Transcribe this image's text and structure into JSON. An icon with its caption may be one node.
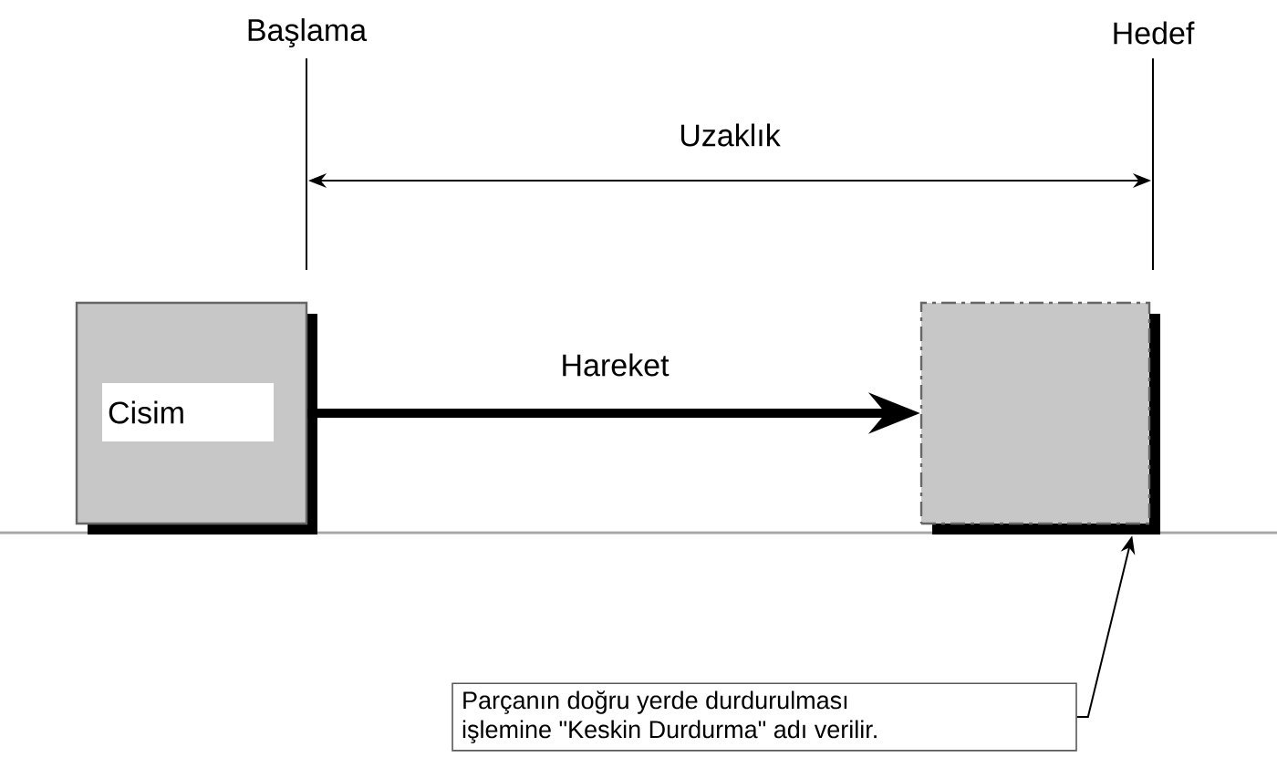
{
  "diagram": {
    "nodes": [
      {
        "text": [
          "Cisim"
        ]
      },
      {
        "text": [],
        "shape": "box"
      },
      {
        "text": [
          "Parçanın doğru yerde durdurulması işlemine \"Keskin Durdurma\" adı verilir."
        ]
      }
    ],
    "edges": [
      {
        "from": 0,
        "to": 1,
        "arrow": "to",
        "label": "Hareket",
        "style": "thick"
      },
      {
        "from": 2,
        "to": 1,
        "arrow": "to"
      }
    ],
    "labels": [
      "Başlama",
      "Hedef",
      "Uzaklık"
    ]
  }
}
